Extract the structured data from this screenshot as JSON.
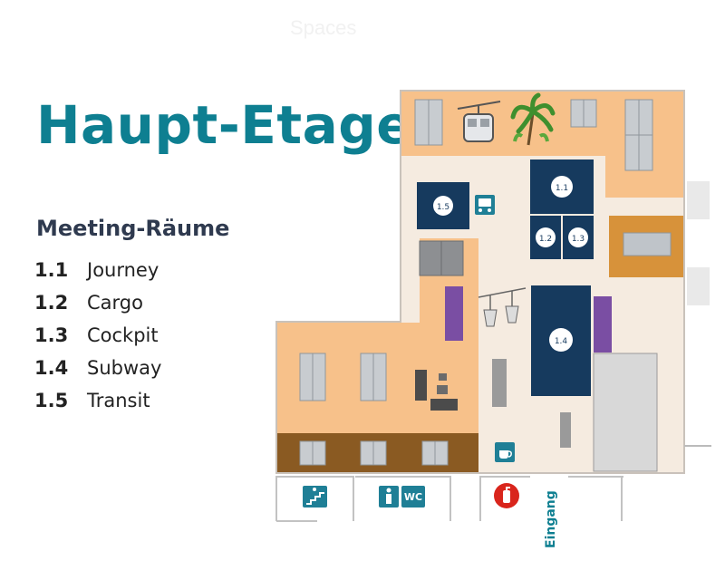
{
  "page": {
    "title": "Haupt-Etage",
    "watermark": "Spaces"
  },
  "legend": {
    "heading": "Meeting-Räume",
    "rooms": [
      {
        "number": "1.1",
        "name": "Journey"
      },
      {
        "number": "1.2",
        "name": "Cargo"
      },
      {
        "number": "1.3",
        "name": "Cockpit"
      },
      {
        "number": "1.4",
        "name": "Subway"
      },
      {
        "number": "1.5",
        "name": "Transit"
      }
    ]
  },
  "map": {
    "room_labels": [
      "1.1",
      "1.2",
      "1.3",
      "1.4",
      "1.5"
    ],
    "wc_label": "WC",
    "entrance_label": "Eingang",
    "icons": [
      "cable-car-icon",
      "palm-plant-icon",
      "stairs-exit-icon",
      "toilet-icon",
      "fire-extinguisher-icon",
      "coffee-icon",
      "bus-icon",
      "gondola-icon"
    ]
  },
  "colors": {
    "title": "#0e7f91",
    "room_fill": "#163a5e",
    "orange_light": "#f7c18a",
    "orange_dark": "#d7923a",
    "brown": "#8a5a22",
    "purple": "#7a4ea3",
    "corridor": "#f5ebe0",
    "teal_icon": "#1f7f96"
  }
}
